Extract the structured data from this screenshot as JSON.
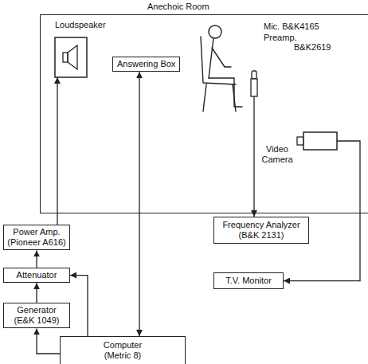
{
  "diagram": {
    "nodes": [
      {
        "text": [
          "Anechoic Room"
        ]
      },
      {
        "text": [
          "Loudspeaker"
        ],
        "in": 0
      },
      {
        "text": [
          "Answering Box"
        ],
        "in": 0
      },
      {
        "text": [
          "Mic. B&K4165",
          "Preamp.",
          "B&K2619"
        ],
        "in": 0
      },
      {
        "text": [
          "Video Camera"
        ],
        "in": 0
      },
      {
        "text": [
          "Power Amp. (Pioneer A616)"
        ]
      },
      {
        "text": [
          "Attenuator"
        ]
      },
      {
        "text": [
          "Generator (E&K 1049)"
        ]
      },
      {
        "text": [
          "Frequency Analyzer (B&K 2131)"
        ]
      },
      {
        "text": [
          "T.V. Monitor"
        ]
      },
      {
        "text": [
          "Computer (Metric 8)"
        ]
      }
    ],
    "edges": [
      {
        "from": 5,
        "to": 1,
        "arrow": "to"
      },
      {
        "from": 6,
        "to": 5,
        "arrow": "to"
      },
      {
        "from": 7,
        "to": 6,
        "arrow": "to"
      },
      {
        "from": 10,
        "to": 7,
        "arrow": "to"
      },
      {
        "from": 10,
        "to": 6,
        "arrow": "to"
      },
      {
        "from": 2,
        "to": 10,
        "arrow": "both"
      },
      {
        "from": 3,
        "to": 8,
        "arrow": "to"
      },
      {
        "from": 4,
        "to": 9,
        "arrow": "to"
      }
    ]
  }
}
